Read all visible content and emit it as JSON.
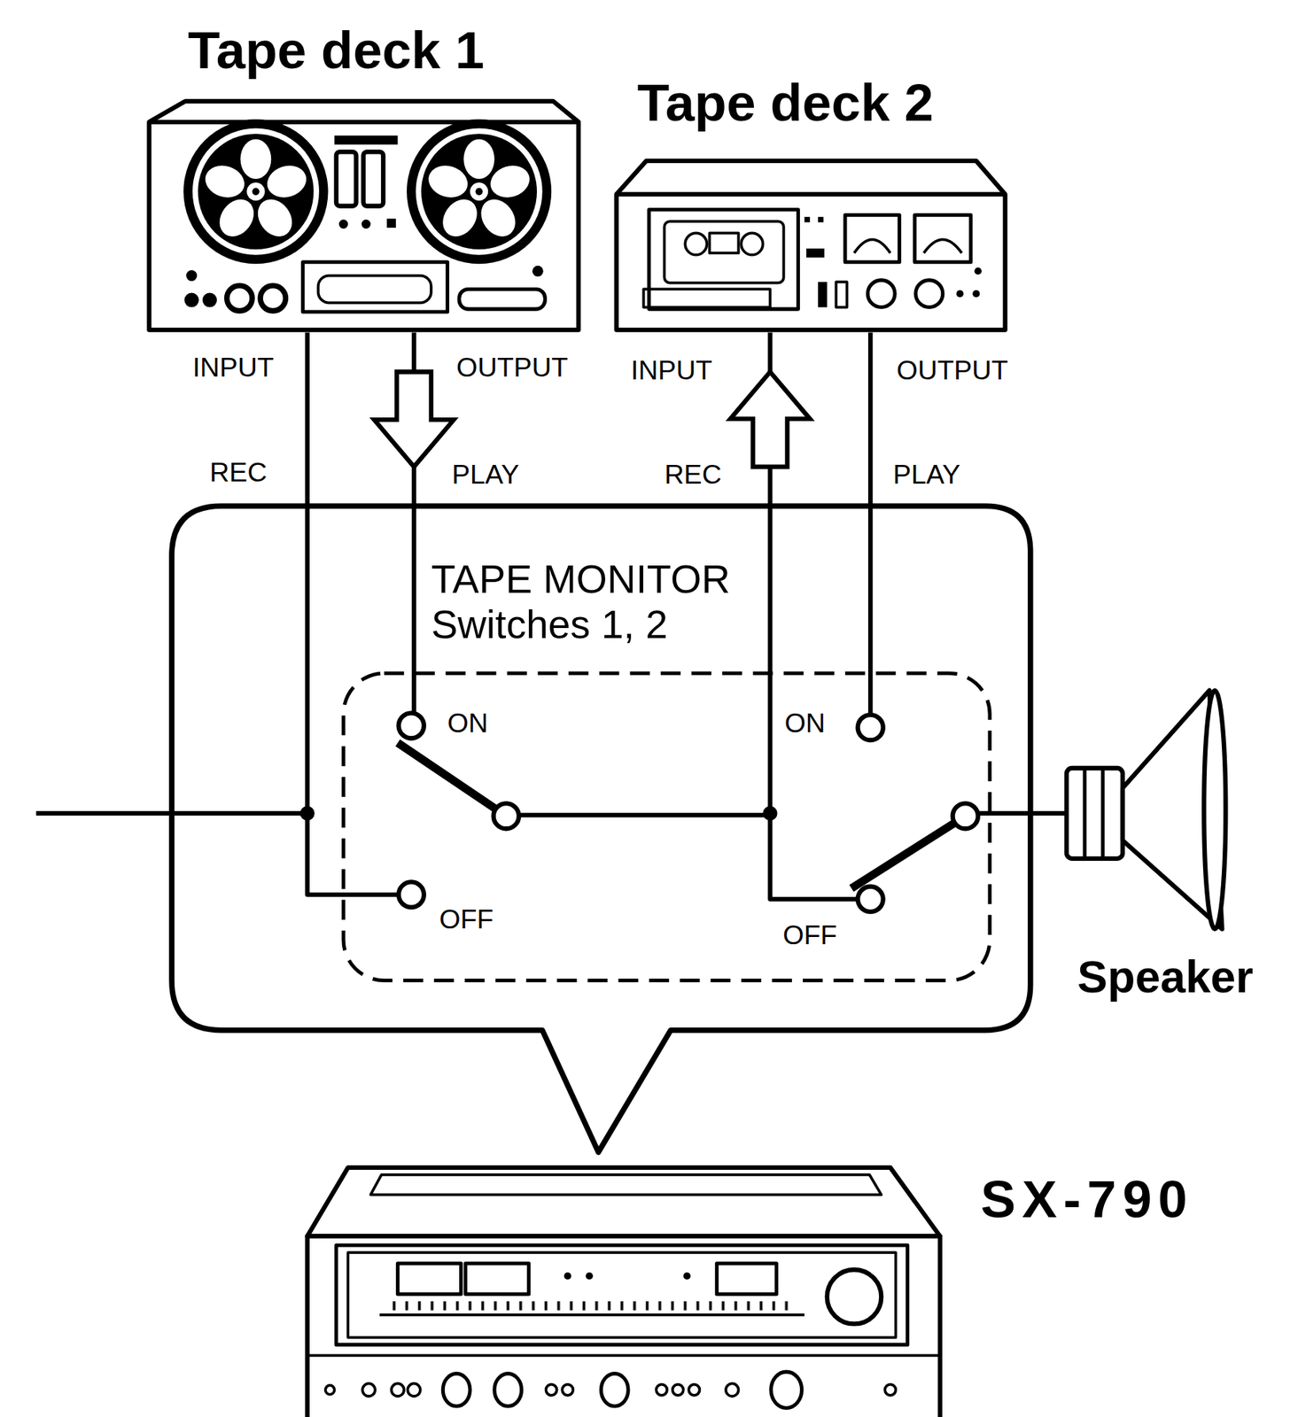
{
  "diagram": {
    "nodes": [
      {
        "text": [
          "Tape deck 1"
        ]
      },
      {
        "text": [
          "Tape deck 2"
        ]
      },
      {
        "text": [
          "TAPE MONITOR Switches 1, 2"
        ]
      },
      {
        "text": [
          "Speaker"
        ]
      },
      {
        "text": [
          "SX-790"
        ]
      }
    ],
    "edges": [
      {
        "from": 0,
        "to": 2,
        "arrow": "none"
      },
      {
        "from": 0,
        "to": 2,
        "arrow": "to"
      },
      {
        "from": 2,
        "to": 1,
        "arrow": "to"
      },
      {
        "from": 1,
        "to": 2,
        "arrow": "none"
      },
      {
        "from": 2,
        "to": 3,
        "arrow": "none"
      }
    ],
    "labels": [
      "INPUT",
      "OUTPUT",
      "INPUT",
      "OUTPUT",
      "REC",
      "PLAY",
      "REC",
      "PLAY",
      "ON",
      "OFF",
      "ON",
      "OFF"
    ]
  }
}
